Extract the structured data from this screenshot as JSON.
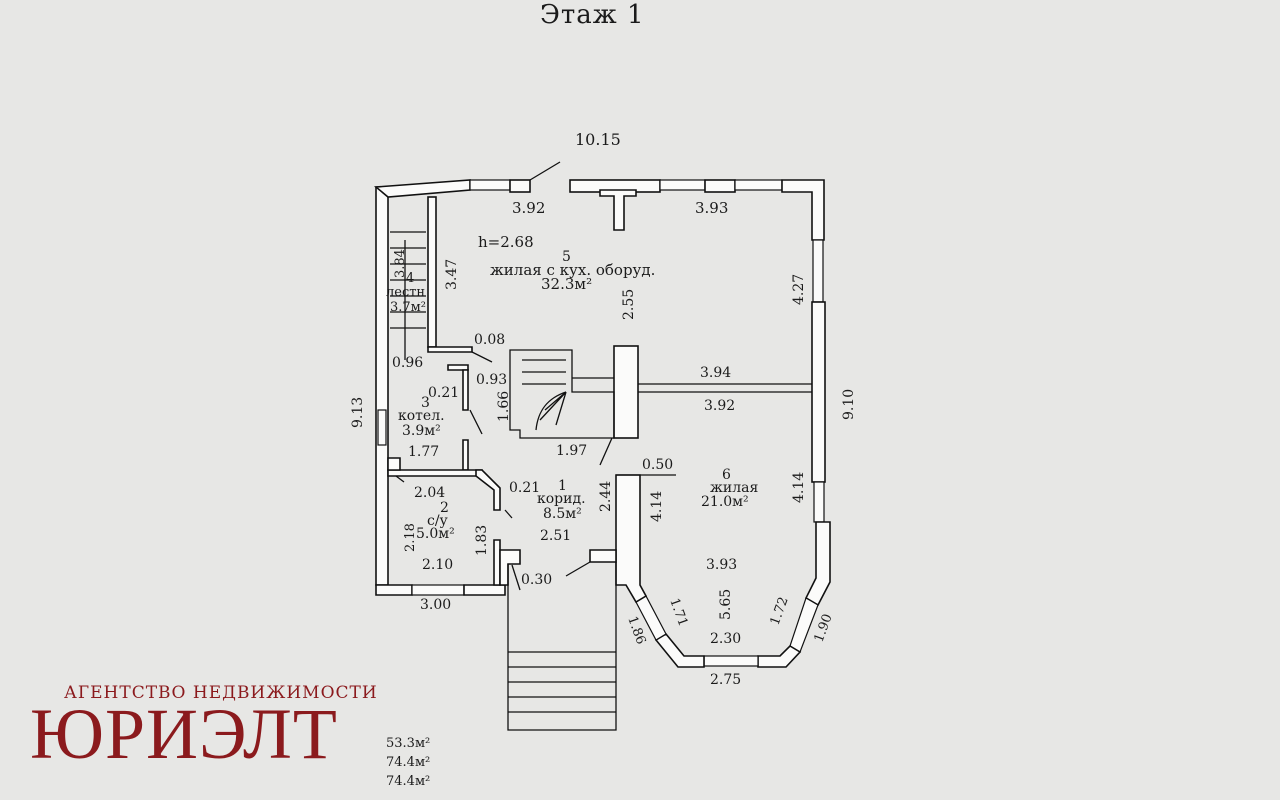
{
  "title": "Этаж 1",
  "dimensions": {
    "overall_width": "10.15",
    "top_left": "3.92",
    "top_right": "3.93",
    "left_height": "9.13",
    "right_height": "9.10",
    "right_upper": "4.27",
    "right_lower": "4.14",
    "left_lower_room": "4.14",
    "stair_run": "3.84",
    "inner_347": "3.47",
    "inner_255": "2.55",
    "inner_008": "0.08",
    "inner_093": "0.93",
    "inner_096": "0.96",
    "inner_021a": "0.21",
    "inner_166": "1.66",
    "inner_394": "3.94",
    "inner_392": "3.92",
    "inner_197": "1.97",
    "inner_177": "1.77",
    "inner_050": "0.50",
    "inner_204": "2.04",
    "inner_021b": "0.21",
    "inner_244": "2.44",
    "inner_218": "2.18",
    "inner_183": "1.83",
    "inner_251": "2.51",
    "inner_210": "2.10",
    "inner_030": "0.30",
    "bottom_left": "3.00",
    "bay_393": "3.93",
    "bay_565": "5.65",
    "bay_171": "1.71",
    "bay_186": "1.86",
    "bay_230": "2.30",
    "bay_172": "1.72",
    "bay_190": "1.90",
    "bay_275": "2.75"
  },
  "rooms": [
    {
      "num": "5",
      "name": "жилая с кух. оборуд.",
      "area": "32.3м²",
      "extra": "h=2.68"
    },
    {
      "num": "4",
      "name": "лестн",
      "area": "3.7м²"
    },
    {
      "num": "3",
      "name": "котел.",
      "area": "3.9м²"
    },
    {
      "num": "2",
      "name": "с/у",
      "area": "5.0м²"
    },
    {
      "num": "1",
      "name": "корид.",
      "area": "8.5м²"
    },
    {
      "num": "6",
      "name": "жилая",
      "area": "21.0м²"
    }
  ],
  "brand": {
    "subtitle": "АГЕНТСТВО НЕДВИЖИМОСТИ",
    "name": "ЮРИЭЛТ"
  },
  "totals": [
    "53.3м²",
    "74.4м²",
    "74.4м²"
  ]
}
